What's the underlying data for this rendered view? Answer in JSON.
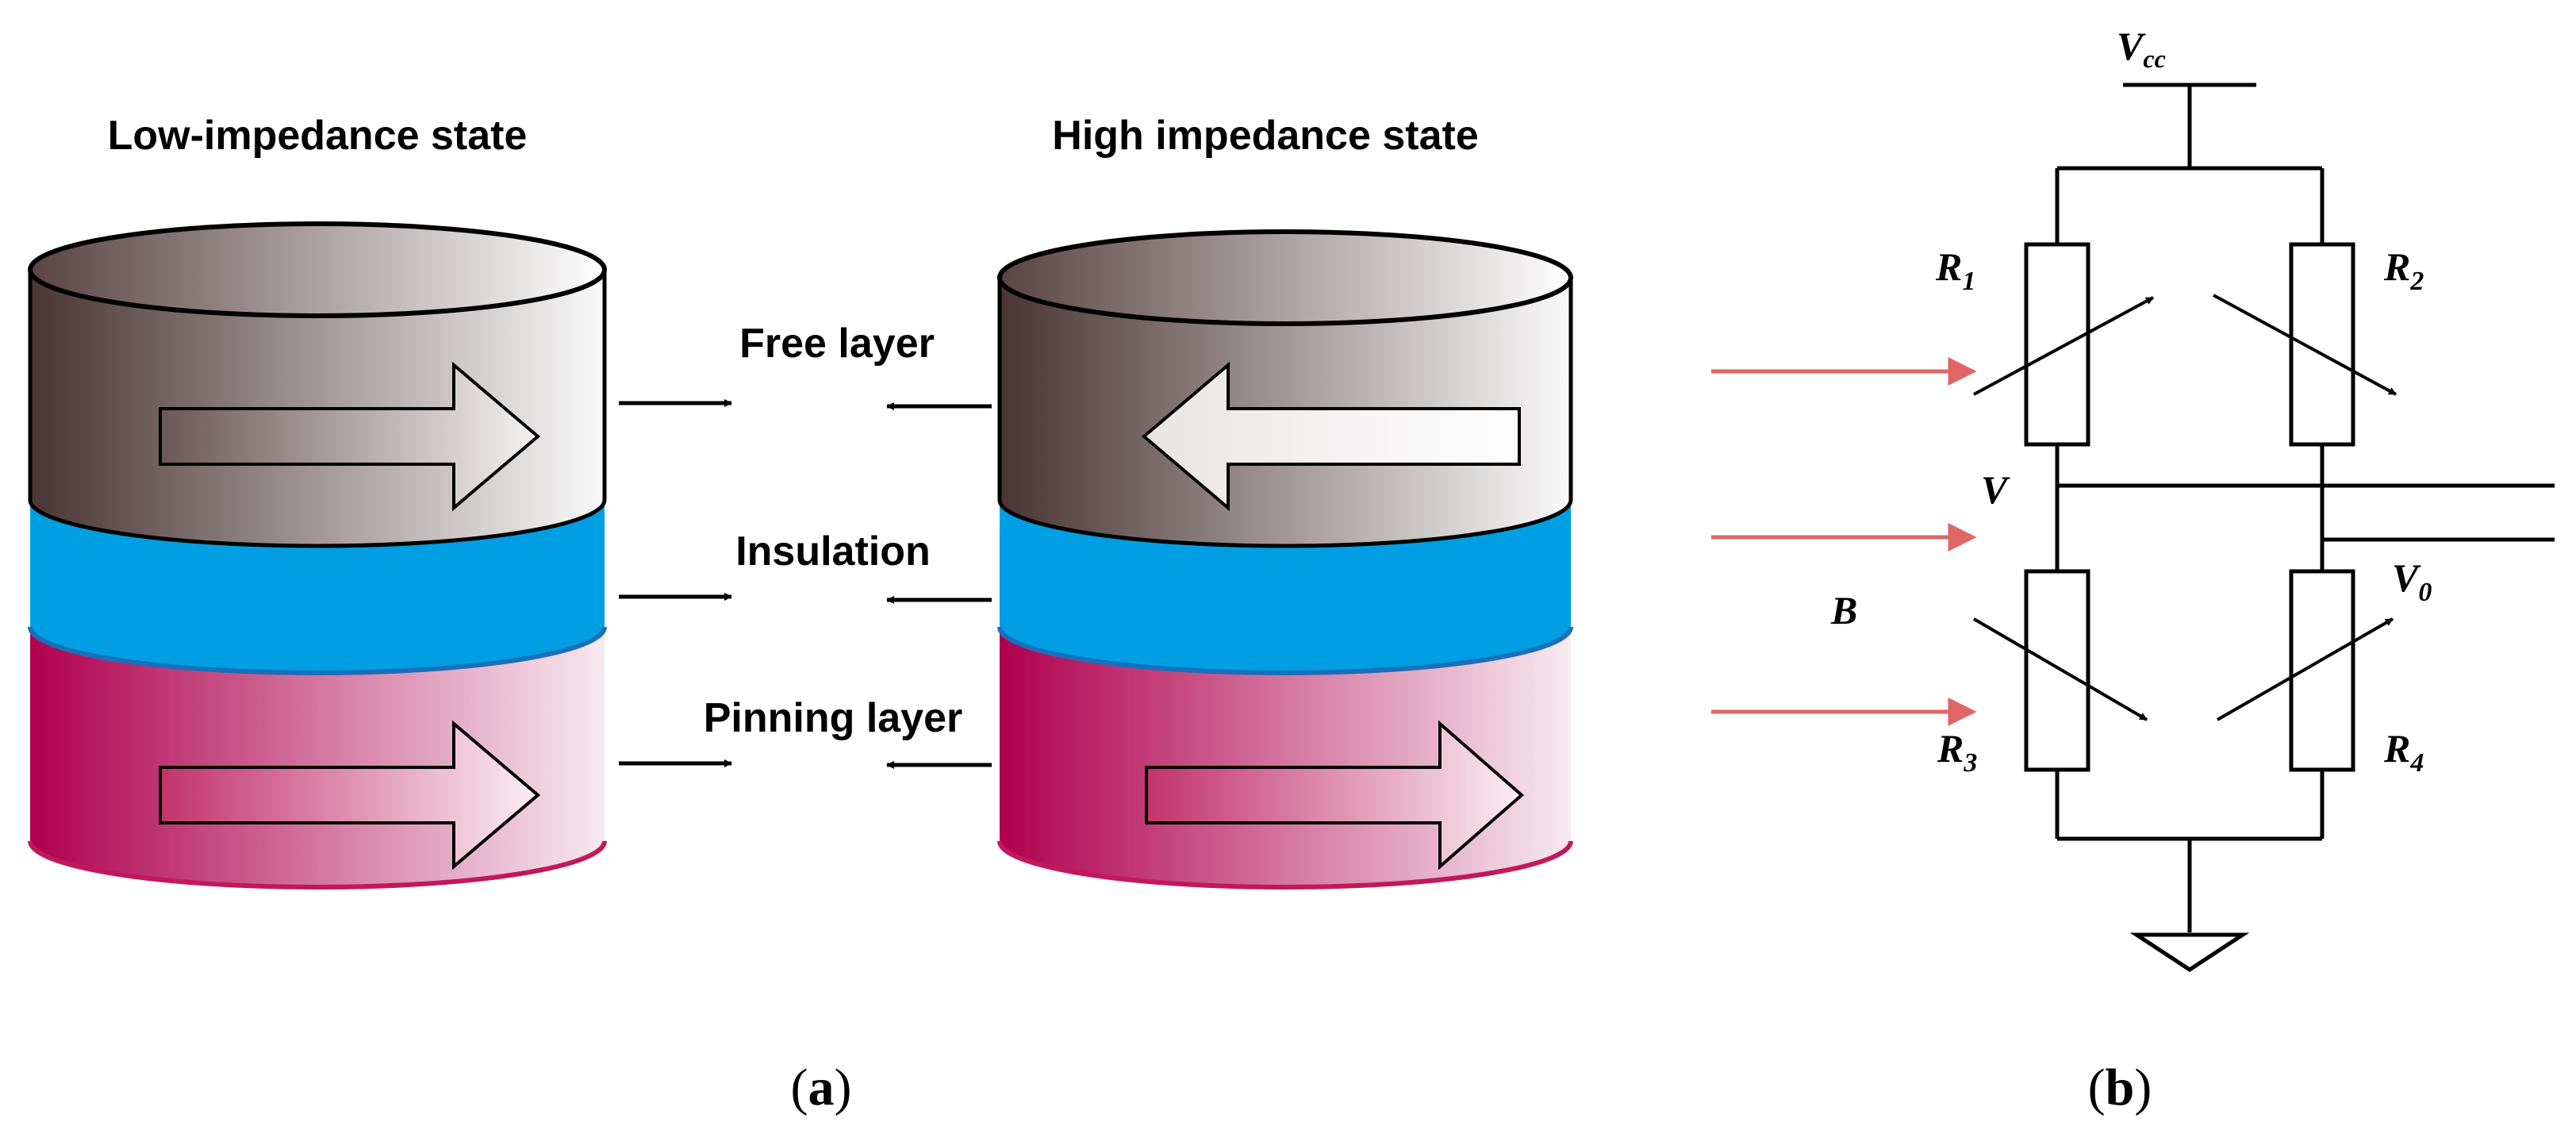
{
  "panel_a": {
    "state_low": "Low-impedance state",
    "state_high": "High impedance state",
    "layers": {
      "free": "Free layer",
      "insulation": "Insulation",
      "pinning": "Pinning layer"
    },
    "caption_open": "(",
    "caption_letter": "a",
    "caption_close": ")"
  },
  "panel_b": {
    "supply_symbol": "V",
    "supply_sub": "cc",
    "node_v": "V",
    "output_symbol": "V",
    "output_sub": "0",
    "field_label": "B",
    "resistors": [
      {
        "symbol": "R",
        "sub": "1"
      },
      {
        "symbol": "R",
        "sub": "2"
      },
      {
        "symbol": "R",
        "sub": "3"
      },
      {
        "symbol": "R",
        "sub": "4"
      }
    ],
    "caption_open": "(",
    "caption_letter": "b",
    "caption_close": ")"
  },
  "colors": {
    "insulation": "#009fe3",
    "insulation_edge": "#1a6fb8",
    "pinning_dark": "#b0004f",
    "pinning_light": "#f7eaf0",
    "free_dark": "#4a3434",
    "free_light": "#fafafa",
    "field_arrow": "#e06666"
  }
}
